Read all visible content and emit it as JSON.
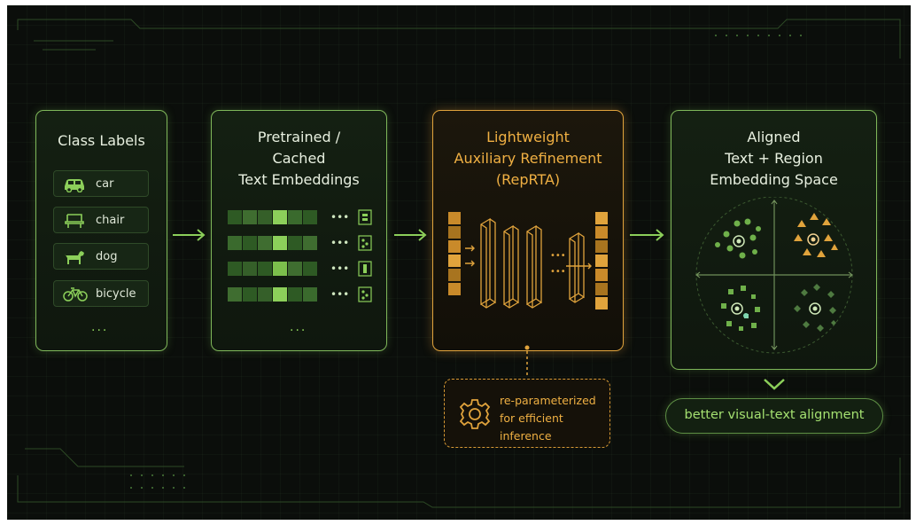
{
  "colors": {
    "background": "#0b0e0b",
    "green": "#8ccf5a",
    "orange": "#f0b043",
    "text": "#e8f0e0"
  },
  "panels": {
    "class_labels": {
      "title": "Class Labels",
      "items": [
        {
          "label": "car",
          "icon": "car-icon"
        },
        {
          "label": "chair",
          "icon": "chair-icon"
        },
        {
          "label": "dog",
          "icon": "dog-icon"
        },
        {
          "label": "bicycle",
          "icon": "bicycle-icon"
        }
      ],
      "more": "..."
    },
    "text_embeddings": {
      "title_lines": [
        "Pretrained /",
        "Cached",
        "Text Embeddings"
      ],
      "more": "...",
      "row_more": "..."
    },
    "reprta": {
      "title_lines": [
        "Lightweight",
        "Auxiliary Refinement",
        "(RepRTA)"
      ],
      "mid_more": "..."
    },
    "embedding_space": {
      "title_lines": [
        "Aligned",
        "Text + Region",
        "Embedding Space"
      ]
    }
  },
  "note": {
    "icon": "gear-icon",
    "lines": [
      "re-parameterized",
      "for efficient",
      "inference"
    ]
  },
  "result": {
    "label": "better visual-text alignment",
    "icon": "chevron-down-icon"
  }
}
